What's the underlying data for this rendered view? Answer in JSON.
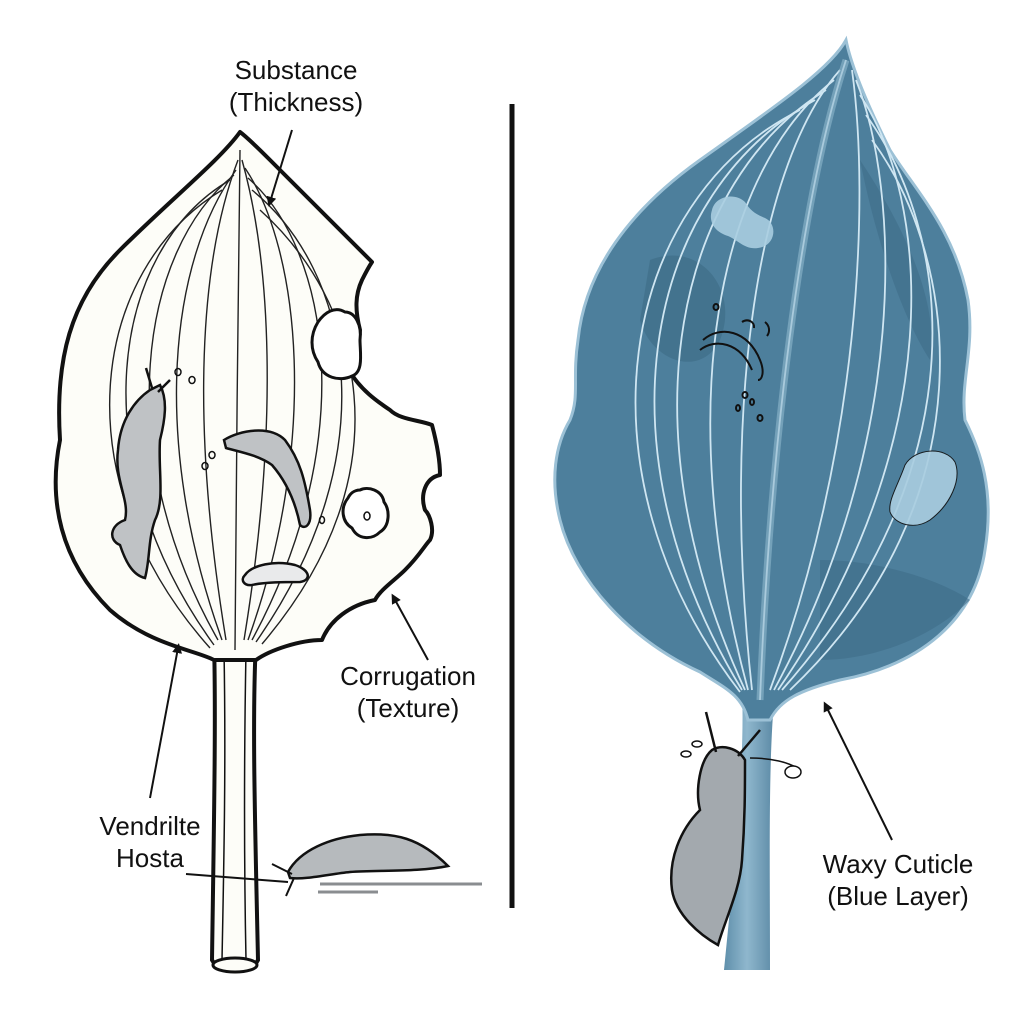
{
  "diagram": {
    "title": "Hosta leaf comparison: slug-damaged thin leaf vs. blue waxy leaf",
    "left_panel": {
      "name": "Vendrilte Hosta leaf (line drawing, damaged)",
      "fill_color": "#fdfdf8",
      "outline_color": "#111111",
      "slug_color": "#b9bcbf"
    },
    "right_panel": {
      "name": "Blue hosta leaf with waxy cuticle",
      "leaf_color": "#4d7f9c",
      "leaf_dark_color": "#3f6d89",
      "vein_color": "#cfe6f2",
      "stem_color": "#7fa9c2",
      "droplet_color": "#a9cde0",
      "slug_color": "#a3a9ae"
    },
    "divider_color": "#111111"
  },
  "labels": {
    "substance": {
      "line1": "Substance",
      "line2": "(Thickness)"
    },
    "corrugation": {
      "line1": "Corrugation",
      "line2": "(Texture)"
    },
    "vendrilte": {
      "line1": "Vendrilte",
      "line2": "Hosta"
    },
    "waxy": {
      "line1": "Waxy Cuticle",
      "line2": "(Blue Layer)"
    }
  }
}
